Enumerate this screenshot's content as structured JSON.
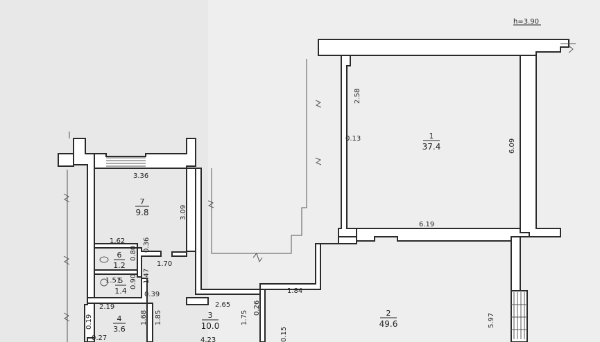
{
  "height_label": "h=3.90",
  "rooms": [
    {
      "number": "1",
      "area": "37.4"
    },
    {
      "number": "2",
      "area": "49.6"
    },
    {
      "number": "3",
      "area": "10.0"
    },
    {
      "number": "4",
      "area": "3.6"
    },
    {
      "number": "5",
      "area": "1.4"
    },
    {
      "number": "6",
      "area": "1.2"
    },
    {
      "number": "7",
      "area": "9.8"
    }
  ],
  "dimensions": {
    "d258": "2.58",
    "d013": "0.13",
    "d609": "6.09",
    "d619": "6.19",
    "d336": "3.36",
    "d309": "3.09",
    "d162": "1.62",
    "d036": "0.36",
    "d080": "0.80",
    "d170": "1.70",
    "d151": "1.51",
    "d090": "0.90",
    "d147": "1.47",
    "d039": "0.39",
    "d219": "2.19",
    "d168": "1.68",
    "d185": "1.85",
    "d265": "2.65",
    "d026": "0.26",
    "d184": "1.84",
    "d175": "1.75",
    "d597": "5.97",
    "d027": "0.27",
    "d019": "0.19",
    "d423": "4.23",
    "d015": "0.15"
  }
}
